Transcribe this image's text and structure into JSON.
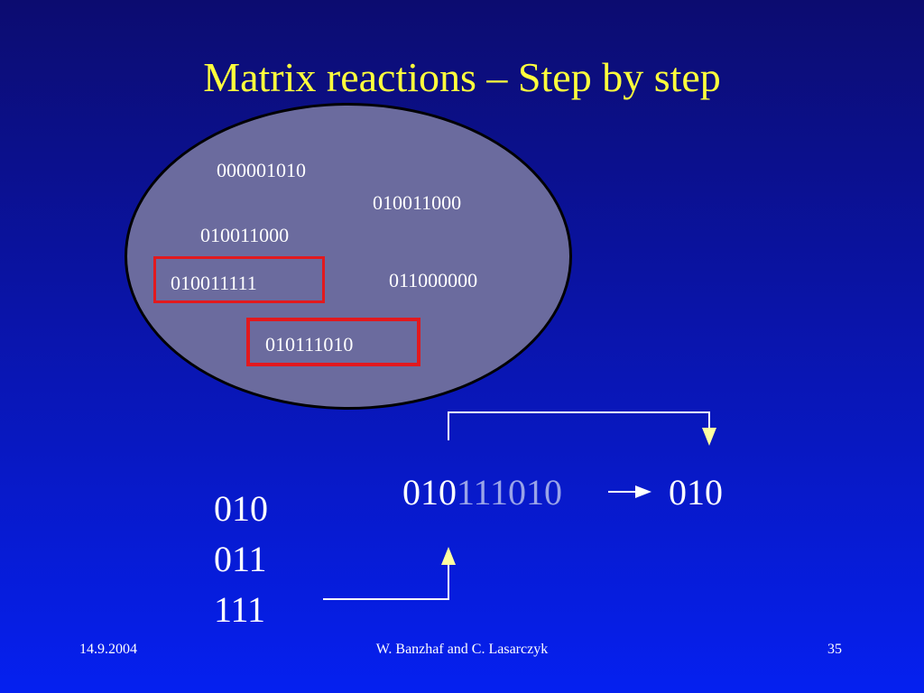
{
  "slide": {
    "title": "Matrix reactions – Step by step"
  },
  "soup": {
    "strings": [
      "000001010",
      "010011000",
      "010011000",
      "010011111",
      "011000000",
      "010111010"
    ]
  },
  "equation": {
    "input_prefix": "010",
    "input_rest": "111010",
    "output": "010"
  },
  "matrix": {
    "rows": [
      "010",
      "011",
      "111"
    ]
  },
  "footer": {
    "date": "14.9.2004",
    "authors": "W. Banzhaf and C. Lasarczyk",
    "page": "35"
  },
  "colors": {
    "title": "#ffff3c",
    "ellipse_fill": "#6b6b9e",
    "selection": "#e2191e",
    "arrow_head": "#ffffa0",
    "dim_text": "#9aa4e8"
  }
}
